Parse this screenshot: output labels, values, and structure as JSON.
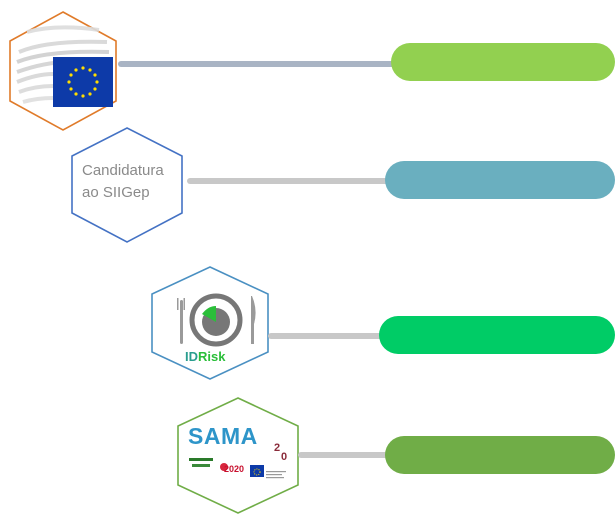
{
  "diagram": {
    "rows": [
      {
        "id": "eu",
        "hex_border_color": "#e07b2a",
        "icon": "eu-flag-icon",
        "connector_color": "#a9b4c4",
        "pill_color": "#92d050"
      },
      {
        "id": "siigep",
        "hex_border_color": "#4472c4",
        "label": "Candidatura ao SIIGep",
        "label_line1": "Candidatura",
        "label_line2": "ao SIIGep",
        "connector_color": "#c8c8c8",
        "pill_color": "#6aafbf"
      },
      {
        "id": "idrisk",
        "hex_border_color": "#4a90c2",
        "icon": "idrisk-logo-icon",
        "logo_text_id": "ID",
        "logo_text_risk": "Risk",
        "connector_color": "#c8c8c8",
        "pill_color": "#00cc66"
      },
      {
        "id": "sama",
        "hex_border_color": "#70ad47",
        "icon": "sama-logo-icon",
        "logo_text": "SAMA",
        "logo_number": "2020",
        "connector_color": "#c8c8c8",
        "pill_color": "#70ad47"
      }
    ]
  }
}
